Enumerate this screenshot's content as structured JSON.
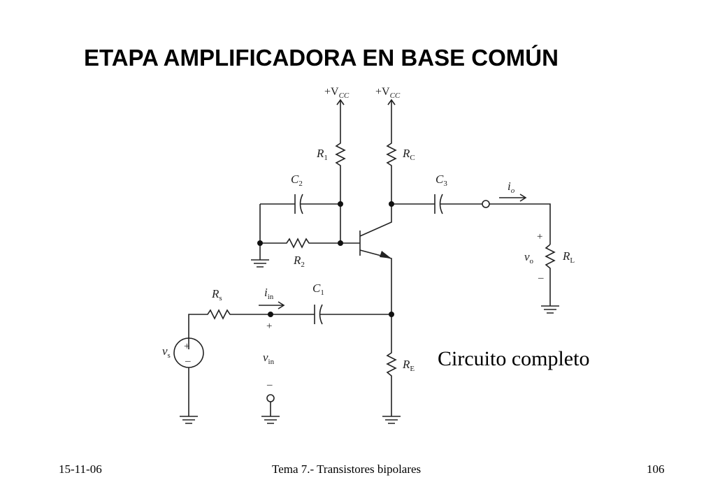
{
  "slide": {
    "title": "ETAPA AMPLIFICADORA EN BASE COMÚN",
    "caption": "Circuito completo",
    "footer": {
      "date": "15-11-06",
      "subject": "Tema 7.- Transistores bipolares",
      "page": "106"
    }
  },
  "circuit": {
    "supply_main": "+V",
    "supply_sub": "CC",
    "labels": {
      "R1": {
        "main": "R",
        "sub": "1"
      },
      "RC": {
        "main": "R",
        "sub": "C"
      },
      "C2": {
        "main": "C",
        "sub": "2"
      },
      "C3": {
        "main": "C",
        "sub": "3"
      },
      "R2": {
        "main": "R",
        "sub": "2"
      },
      "Rs": {
        "main": "R",
        "sub": "s"
      },
      "iin": {
        "main": "i",
        "sub": "in"
      },
      "C1": {
        "main": "C",
        "sub": "1"
      },
      "RE": {
        "main": "R",
        "sub": "E"
      },
      "io": {
        "main": "i",
        "sub": "o"
      },
      "vo": {
        "main": "v",
        "sub": "o"
      },
      "RL": {
        "main": "R",
        "sub": "L"
      },
      "vs": {
        "main": "v",
        "sub": "s"
      },
      "vin": {
        "main": "v",
        "sub": "in"
      }
    },
    "plus": "+",
    "minus": "–"
  }
}
